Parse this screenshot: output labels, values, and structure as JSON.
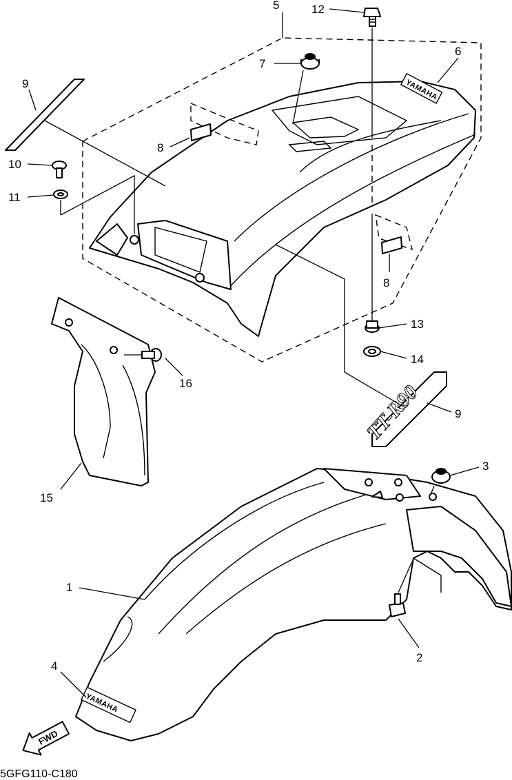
{
  "diagram": {
    "code": "5GFG110-C180",
    "fwd_label": "FWD",
    "decals": {
      "yamaha_brand": "YAMAHA",
      "model_graphic": "TT-R90"
    },
    "callouts": {
      "c1": "1",
      "c2": "2",
      "c3": "3",
      "c4": "4",
      "c5": "5",
      "c6": "6",
      "c7": "7",
      "c8a": "8",
      "c8b": "8",
      "c9a": "9",
      "c9b": "9",
      "c10": "10",
      "c11": "11",
      "c12": "12",
      "c13": "13",
      "c14": "14",
      "c15": "15",
      "c16": "16"
    }
  }
}
